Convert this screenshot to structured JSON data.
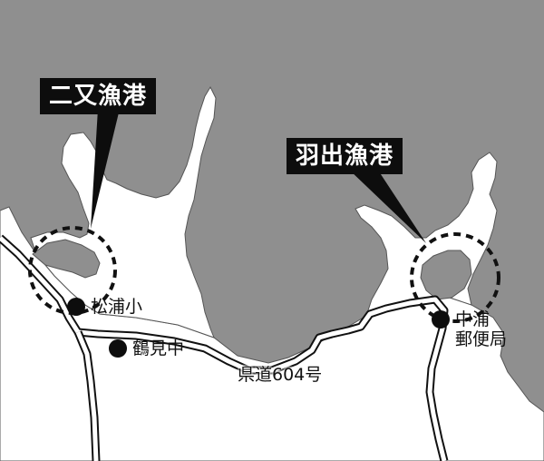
{
  "map": {
    "colors": {
      "sea": "#8f8f8f",
      "land": "#ffffff",
      "road_outline": "#111111",
      "marker": "#0d0d0d"
    },
    "harbors": [
      {
        "name": "二又漁港"
      },
      {
        "name": "羽出漁港"
      }
    ],
    "places": [
      {
        "name": "松浦小"
      },
      {
        "name": "鶴見中"
      },
      {
        "line1": "中浦",
        "line2": "郵便局"
      }
    ],
    "road": {
      "name": "県道604号"
    }
  }
}
